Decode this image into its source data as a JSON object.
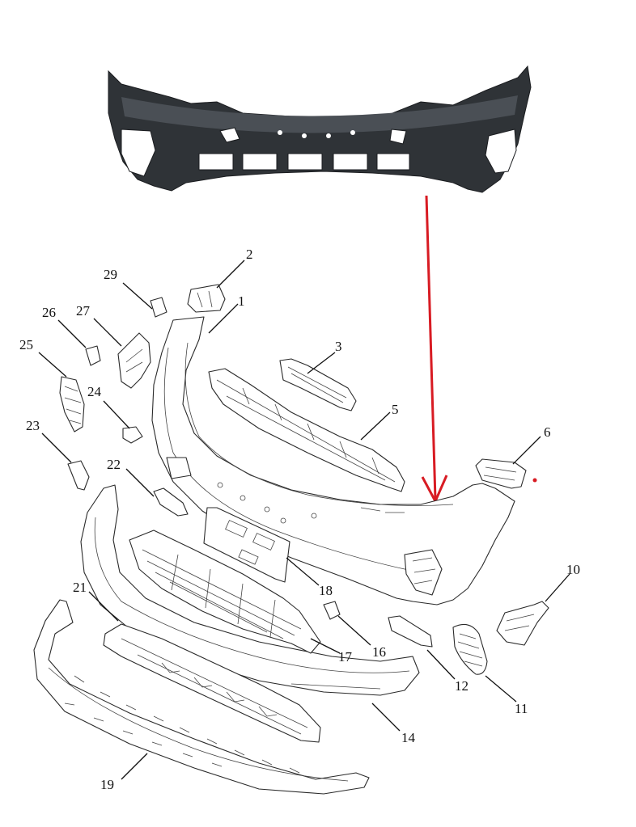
{
  "diagram": {
    "arrow_color": "#d81b23",
    "callouts": [
      {
        "id": "c1",
        "label": "1"
      },
      {
        "id": "c2",
        "label": "2"
      },
      {
        "id": "c3",
        "label": "3"
      },
      {
        "id": "c5",
        "label": "5"
      },
      {
        "id": "c6",
        "label": "6"
      },
      {
        "id": "c10",
        "label": "10"
      },
      {
        "id": "c11",
        "label": "11"
      },
      {
        "id": "c12",
        "label": "12"
      },
      {
        "id": "c14",
        "label": "14"
      },
      {
        "id": "c16",
        "label": "16"
      },
      {
        "id": "c17",
        "label": "17"
      },
      {
        "id": "c18",
        "label": "18"
      },
      {
        "id": "c19",
        "label": "19"
      },
      {
        "id": "c21",
        "label": "21"
      },
      {
        "id": "c22",
        "label": "22"
      },
      {
        "id": "c23",
        "label": "23"
      },
      {
        "id": "c24",
        "label": "24"
      },
      {
        "id": "c25",
        "label": "25"
      },
      {
        "id": "c26",
        "label": "26"
      },
      {
        "id": "c27",
        "label": "27"
      },
      {
        "id": "c29",
        "label": "29"
      }
    ]
  }
}
